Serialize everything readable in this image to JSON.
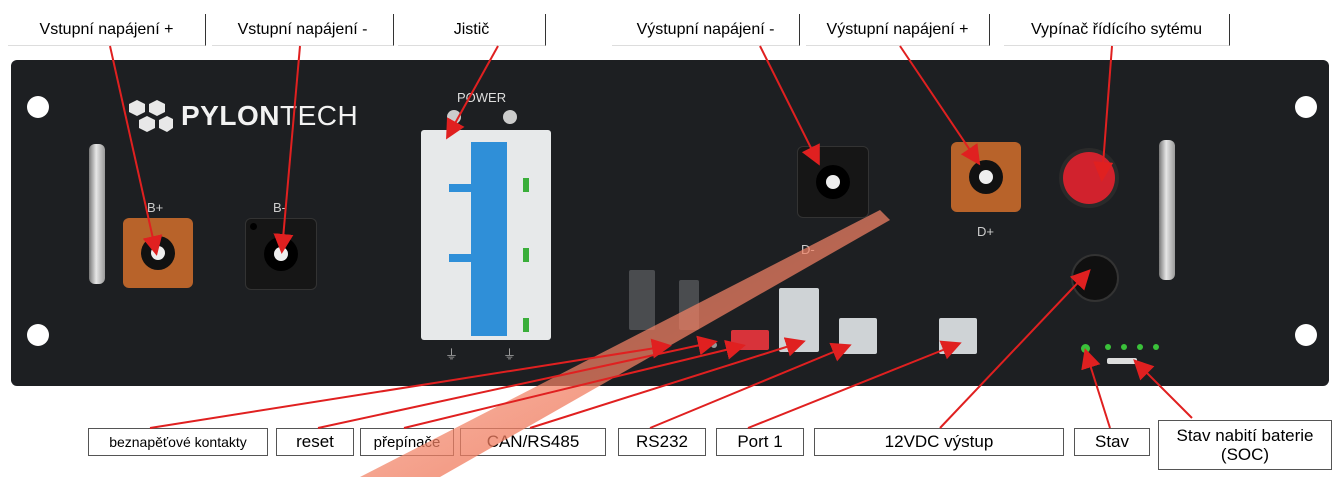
{
  "top_labels": {
    "input_plus": "Vstupní napájení +",
    "input_minus": "Vstupní napájení -",
    "breaker": "Jistič",
    "output_minus": "Výstupní napájení -",
    "output_plus": "Výstupní napájení +",
    "control_switch": "Vypínač řídícího sytému"
  },
  "bottom_labels": {
    "dry_contacts": "beznapěťové kontakty",
    "reset": "reset",
    "switches": "přepínače",
    "can_rs485": "CAN/RS485",
    "rs232": "RS232",
    "port1": "Port 1",
    "dc_out": "12VDC výstup",
    "status": "Stav",
    "soc_line1": "Stav nabití baterie",
    "soc_line2": "(SOC)"
  },
  "device": {
    "brand_bold": "PYLON",
    "brand_light": "TECH",
    "power_label": "POWER",
    "b_plus": "B+",
    "b_minus": "B-",
    "d_plus": "D+",
    "d_minus": "D-"
  },
  "colors": {
    "panel": "#1d1f22",
    "copper_terminal": "#b8632a",
    "black_terminal": "#161616",
    "breaker_blue": "#2f8fd8",
    "red_button": "#d1222d",
    "arrow": "#e02020"
  }
}
